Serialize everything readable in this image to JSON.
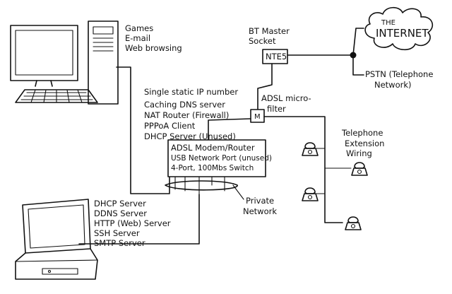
{
  "labels": {
    "desktop_uses": [
      "Games",
      "E-mail",
      "Web browsing"
    ],
    "socket": [
      "BT Master",
      "Socket"
    ],
    "ntes": "NTE5",
    "internet": [
      "THE",
      "INTERNET"
    ],
    "pstn": [
      "PSTN (Telephone",
      "Network)"
    ],
    "microfilter": [
      "ADSL micro-",
      "filter"
    ],
    "filter_mark": "M",
    "router_services": [
      "Single static IP number",
      "Caching DNS server",
      "NAT Router (Firewall)",
      "PPPoA Client",
      "DHCP Server (Unused)"
    ],
    "modem": [
      "ADSL Modem/Router",
      "USB Network Port (unused)",
      "4-Port, 100Mbs Switch"
    ],
    "extension": [
      "Telephone",
      "Extension",
      "Wiring"
    ],
    "private_network": [
      "Private",
      "Network"
    ],
    "laptop_services": [
      "DHCP Server",
      "DDNS Server",
      "HTTP (Web) Server",
      "SSH Server",
      "SMTP Server"
    ]
  },
  "colors": {
    "ink": "#111111",
    "paper": "#ffffff"
  }
}
